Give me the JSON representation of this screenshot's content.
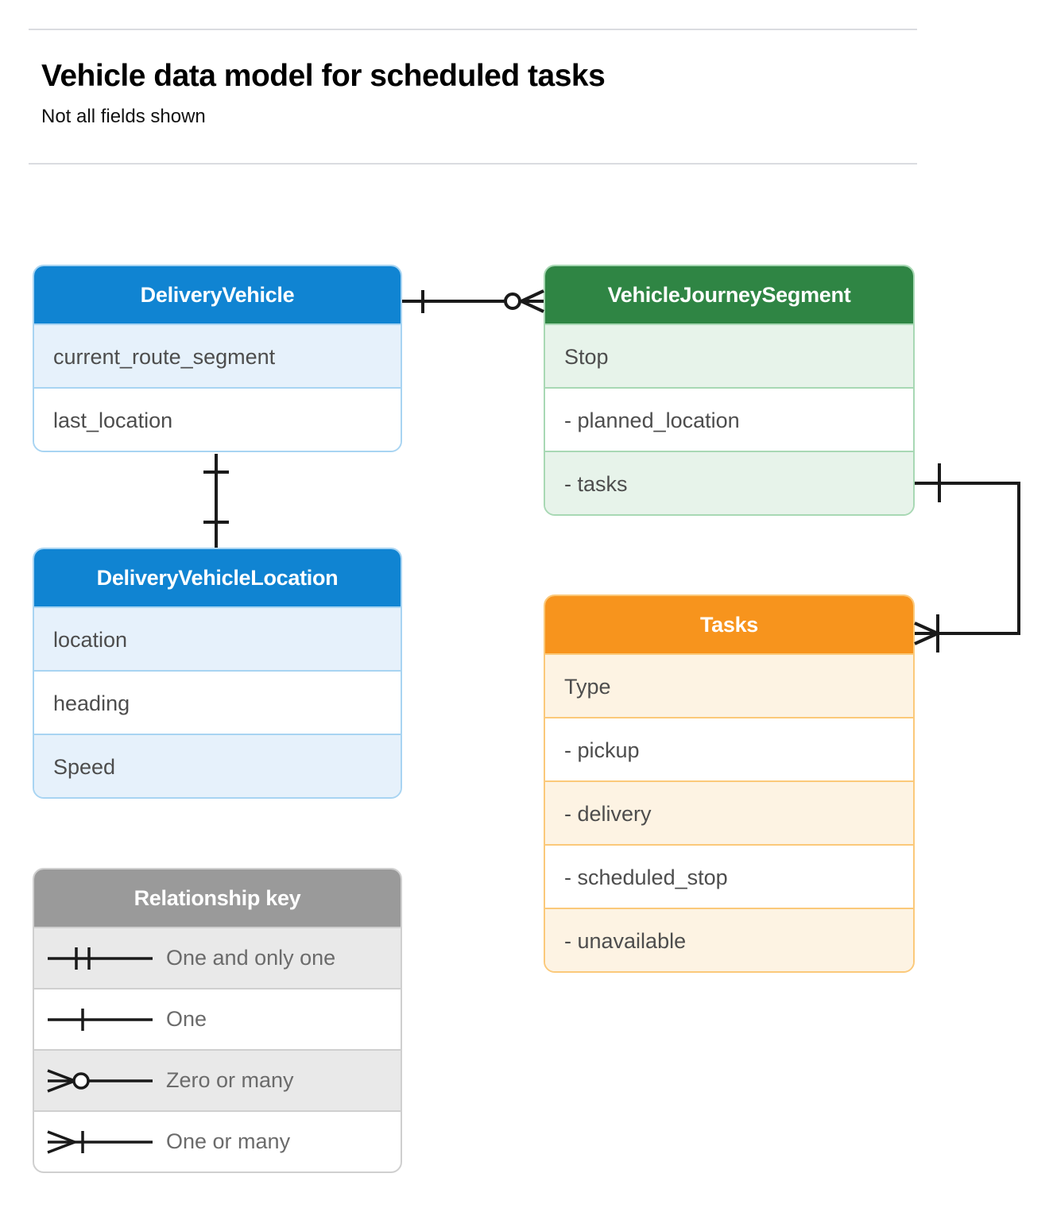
{
  "header": {
    "title": "Vehicle data model for scheduled tasks",
    "subtitle": "Not all fields shown"
  },
  "colors": {
    "blue_header": "#1084d2",
    "blue_tint": "#e6f1fb",
    "blue_border": "#a8d4f2",
    "green_header": "#2f8544",
    "green_tint": "#e7f3ea",
    "green_border": "#a8d8b4",
    "orange_header": "#f7941d",
    "orange_tint": "#fdf3e3",
    "orange_border": "#fbc97a",
    "gray_header": "#9a9a9a",
    "gray_tint": "#e9e9e9",
    "gray_border": "#cfcfcf",
    "text": "#4d4d4d",
    "rule": "#dadce0",
    "connector": "#1a1a1a"
  },
  "entities": [
    {
      "id": "delivery-vehicle",
      "name": "DeliveryVehicle",
      "theme": "blue",
      "rows": [
        {
          "label": "current_route_segment",
          "tint": true
        },
        {
          "label": "last_location",
          "tint": false
        }
      ]
    },
    {
      "id": "vehicle-journey-segment",
      "name": "VehicleJourneySegment",
      "theme": "green",
      "rows": [
        {
          "label": "Stop",
          "tint": true
        },
        {
          "label": "-  planned_location",
          "tint": false
        },
        {
          "label": "- tasks",
          "tint": true
        }
      ]
    },
    {
      "id": "delivery-vehicle-location",
      "name": "DeliveryVehicleLocation",
      "theme": "blue",
      "rows": [
        {
          "label": "location",
          "tint": true
        },
        {
          "label": "heading",
          "tint": false
        },
        {
          "label": "Speed",
          "tint": true
        }
      ]
    },
    {
      "id": "tasks",
      "name": "Tasks",
      "theme": "orange",
      "rows": [
        {
          "label": "Type",
          "tint": true
        },
        {
          "label": "-  pickup",
          "tint": false
        },
        {
          "label": "-  delivery",
          "tint": true
        },
        {
          "label": "-  scheduled_stop",
          "tint": false
        },
        {
          "label": "-  unavailable",
          "tint": true
        }
      ]
    }
  ],
  "legend": {
    "title": "Relationship key",
    "rows": [
      {
        "symbol": "one-and-only-one-icon",
        "label": "One and only one",
        "tint": true
      },
      {
        "symbol": "one-icon",
        "label": "One",
        "tint": false
      },
      {
        "symbol": "zero-or-many-icon",
        "label": "Zero or many",
        "tint": true
      },
      {
        "symbol": "one-or-many-icon",
        "label": "One or many",
        "tint": false
      }
    ]
  },
  "relationships": [
    {
      "id": "vehicle-to-journey-segment",
      "from": "DeliveryVehicle",
      "to": "VehicleJourneySegment",
      "from_cardinality": "One",
      "to_cardinality": "Zero or many"
    },
    {
      "id": "vehicle-to-vehicle-location",
      "from": "DeliveryVehicle",
      "to": "DeliveryVehicleLocation",
      "from_cardinality": "One",
      "to_cardinality": "One"
    },
    {
      "id": "journey-segment-tasks-to-tasks",
      "from": "VehicleJourneySegment.tasks",
      "to": "Tasks",
      "from_cardinality": "One",
      "to_cardinality": "One or many"
    }
  ]
}
